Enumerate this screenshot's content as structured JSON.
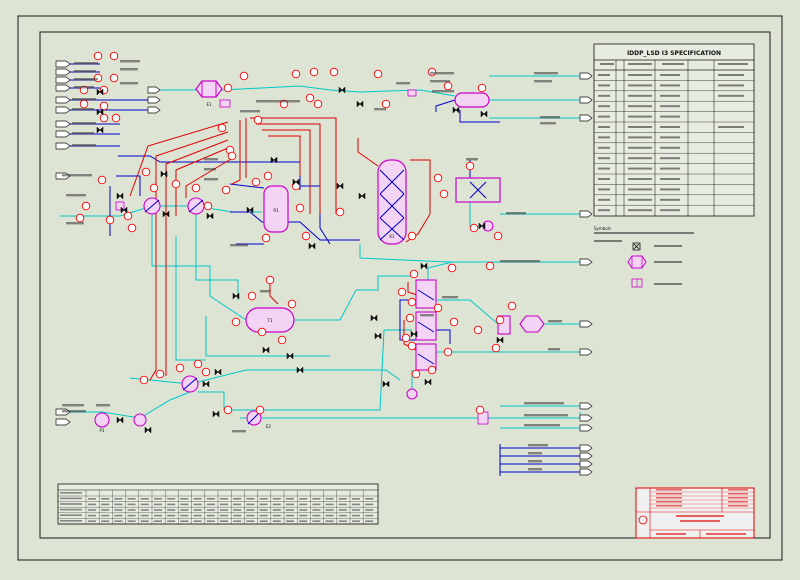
{
  "colors": {
    "background": "#dde4d4",
    "frame": "#1a1a1a",
    "process_line": "#00c8c8",
    "steam_line": "#e00000",
    "utility_line": "#0000cc",
    "equipment": "#cc00cc",
    "instrument": "#ff0000",
    "text": "#111111"
  },
  "spec_table": {
    "title": "IDDP_LSD I3 SPECIFICATION"
  },
  "legend": {
    "heading": "Symbols",
    "items": [
      {
        "icon": "valve-icon"
      },
      {
        "icon": "exchanger-icon"
      },
      {
        "icon": "vessel-icon"
      }
    ]
  },
  "equipment": [
    {
      "tag": "E1",
      "icon": "heat-exchanger-icon"
    },
    {
      "tag": "R1",
      "icon": "reactor-vessel-icon"
    },
    {
      "tag": "K1",
      "icon": "column-icon"
    },
    {
      "tag": "T1",
      "icon": "horizontal-tank-icon"
    },
    {
      "tag": "P1",
      "icon": "pump-icon"
    },
    {
      "tag": "E2",
      "icon": "heat-exchanger-icon"
    }
  ],
  "bottom_table": {
    "title": ""
  },
  "title_block": {
    "title": ""
  }
}
